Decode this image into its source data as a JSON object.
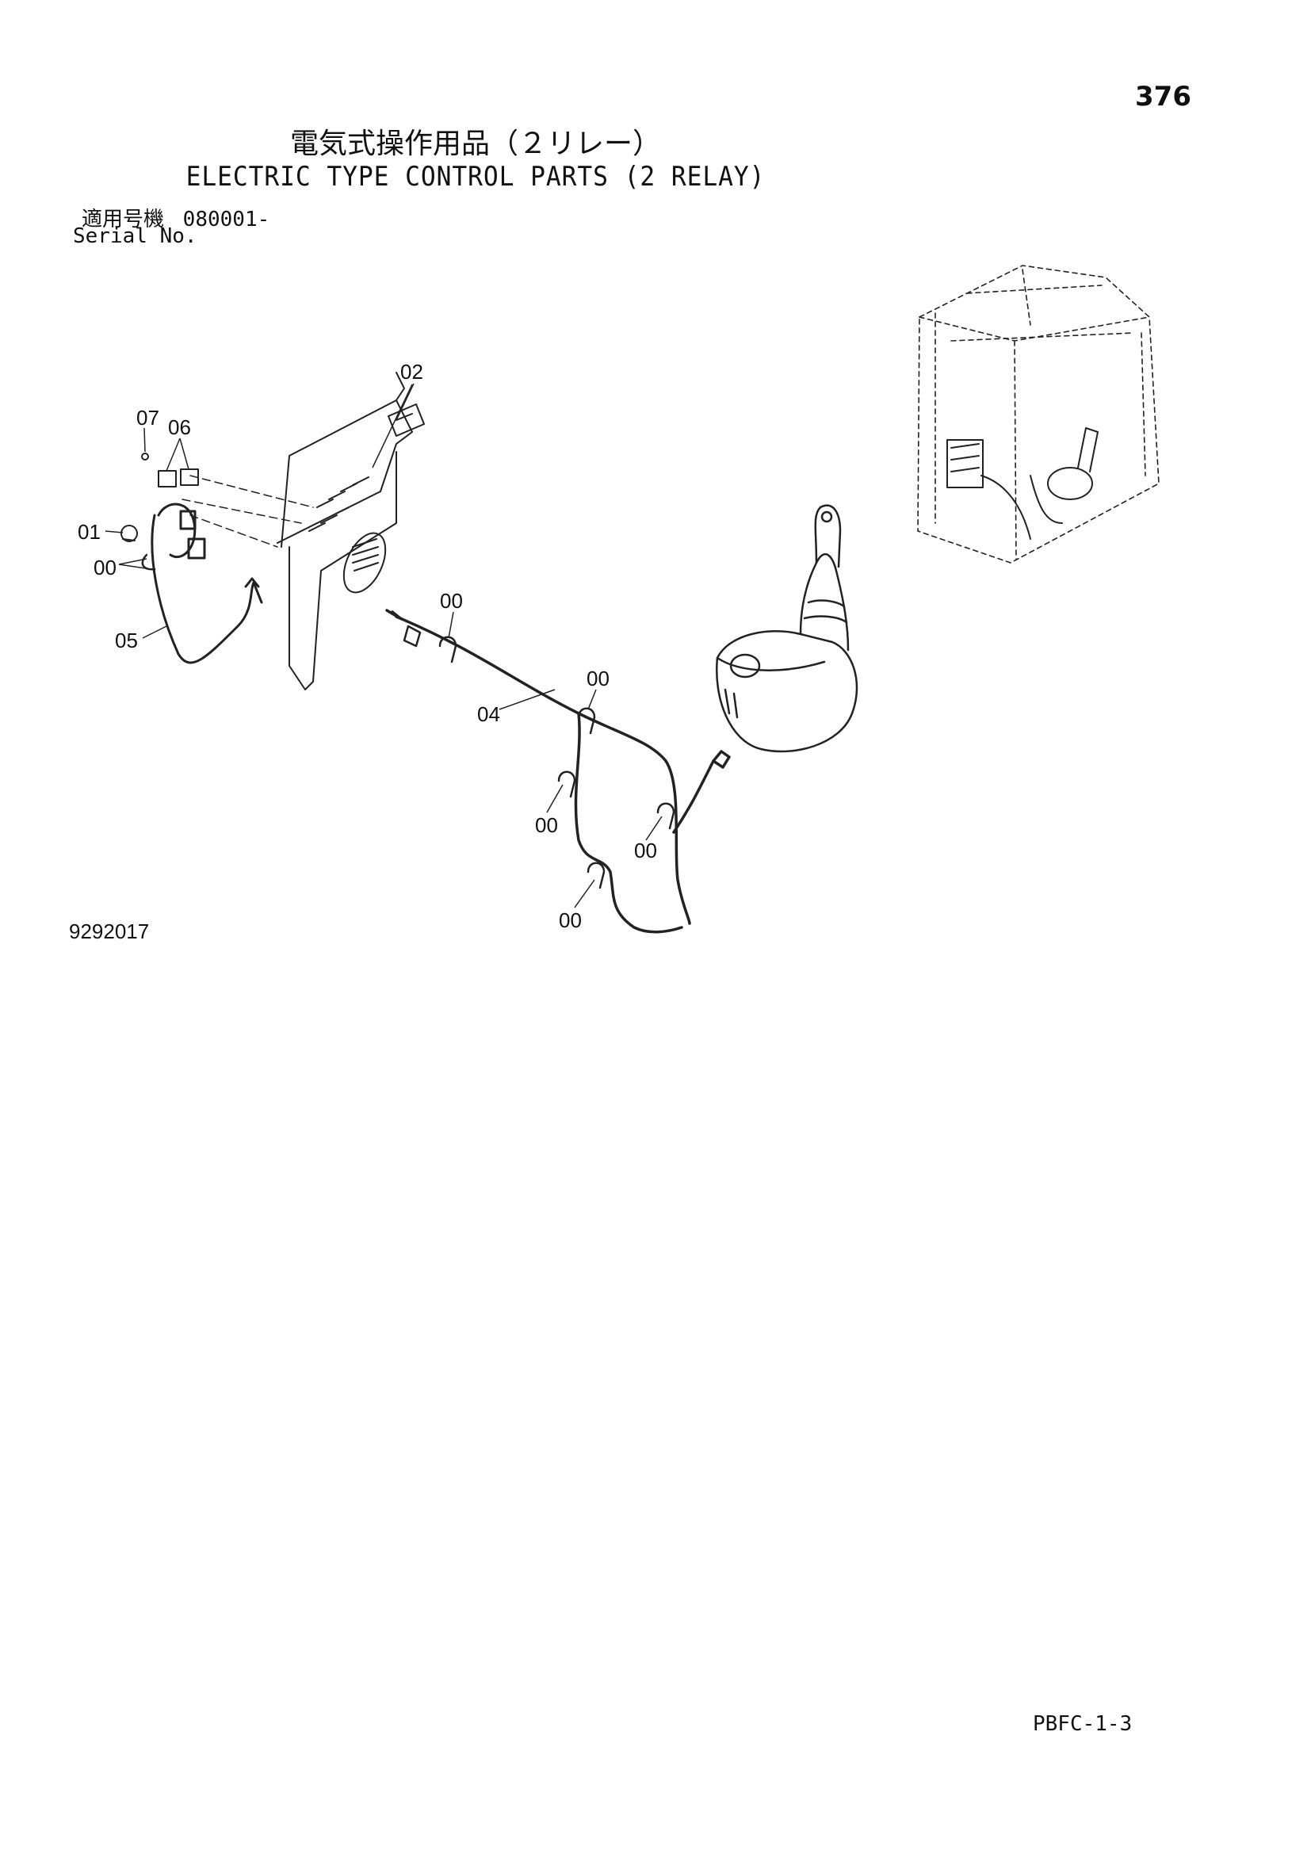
{
  "page_number": "376",
  "title_ja": "電気式操作用品（２リレー）",
  "title_en": "ELECTRIC TYPE CONTROL PARTS (2 RELAY)",
  "serial": {
    "label_ja": "適用号機",
    "value": "080001-",
    "label_en": "Serial No."
  },
  "drawing_id": "9292017",
  "catalog_code": "PBFC-1-3",
  "callouts": {
    "c00_a": "00",
    "c00_b": "00",
    "c00_c": "00",
    "c00_d": "00",
    "c00_e": "00",
    "c00_f": "00",
    "c01": "01",
    "c02": "02",
    "c04": "04",
    "c05": "05",
    "c06": "06",
    "c07": "07"
  }
}
